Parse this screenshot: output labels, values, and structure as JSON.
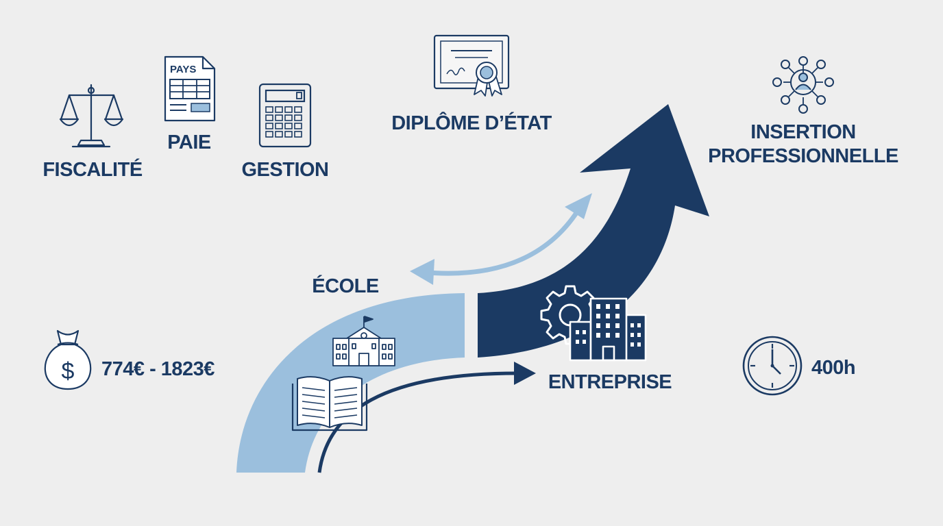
{
  "labels": {
    "fiscalite": "FISCALITÉ",
    "paie": "PAIE",
    "gestion": "GESTION",
    "diplome": "DIPLÔME D’ÉTAT",
    "insertion_line1": "INSERTION",
    "insertion_line2": "PROFESSIONNELLE",
    "ecole": "ÉCOLE",
    "entreprise": "ENTREPRISE",
    "salary": "774€ - 1823€",
    "hours": "400h"
  },
  "icon_text": {
    "payslip_header": "PAYS",
    "currency_symbol": "$"
  },
  "icons": [
    "balance-scale-icon",
    "payslip-icon",
    "calculator-icon",
    "certificate-icon",
    "network-person-icon",
    "school-building-icon",
    "open-book-icon",
    "gear-icon",
    "office-building-icon",
    "money-bag-icon",
    "clock-icon"
  ],
  "colors": {
    "dark_navy": "#1b3a63",
    "light_blue": "#9bbfdd",
    "background": "#eeeeee"
  }
}
